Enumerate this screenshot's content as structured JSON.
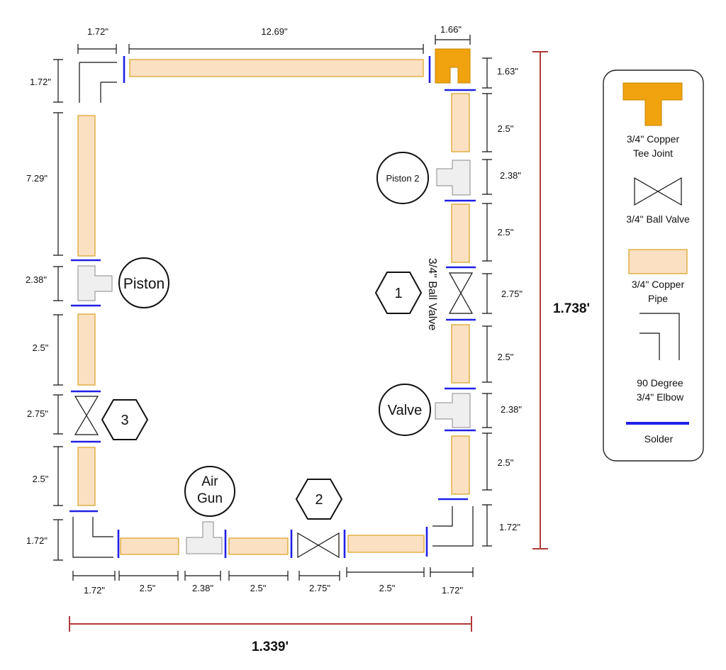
{
  "dimensions": {
    "top_elbow_w": "1.72\"",
    "top_pipe": "12.69\"",
    "top_tee_w": "1.66\"",
    "left_elbow_h": "1.72\"",
    "left_pipe_long": "7.29\"",
    "left_tee": "2.38\"",
    "left_pipe_1": "2.5\"",
    "left_valve": "2.75\"",
    "left_pipe_2": "2.5\"",
    "left_bottom_elbow": "1.72\"",
    "right_tee_h": "1.63\"",
    "right_pipe_1": "2.5\"",
    "right_tee_1": "2.38\"",
    "right_pipe_2": "2.5\"",
    "right_valve": "2.75\"",
    "right_pipe_3": "2.5\"",
    "right_tee_2": "2.38\"",
    "right_pipe_4": "2.5\"",
    "right_bottom_elbow": "1.72\"",
    "bottom_elbow_l": "1.72\"",
    "bottom_pipe_1": "2.5\"",
    "bottom_tee": "2.38\"",
    "bottom_pipe_2": "2.5\"",
    "bottom_valve": "2.75\"",
    "bottom_pipe_3": "2.5\"",
    "bottom_elbow_r": "1.72\"",
    "total_height": "1.738'",
    "total_width": "1.339'"
  },
  "labels": {
    "piston": "Piston",
    "piston2": "Piston 2",
    "valve": "Valve",
    "air_gun_1": "Air",
    "air_gun_2": "Gun",
    "valve_no_1": "1",
    "valve_no_2": "2",
    "valve_no_3": "3",
    "ball_valve_vertical": "3/4\" Ball Valve"
  },
  "legend": {
    "tee_1": "3/4\" Copper",
    "tee_2": "Tee Joint",
    "ball_valve": "3/4\" Ball Valve",
    "pipe_1": "3/4\" Copper",
    "pipe_2": "Pipe",
    "elbow_1": "90 Degree",
    "elbow_2": "3/4\" Elbow",
    "solder": "Solder"
  },
  "colors": {
    "pipe_fill": "#fbe0c2",
    "pipe_stroke": "#d9a21e",
    "tee_legend": "#f0a30e",
    "solder": "#2020e6",
    "overall_dim": "#b03a3a"
  }
}
